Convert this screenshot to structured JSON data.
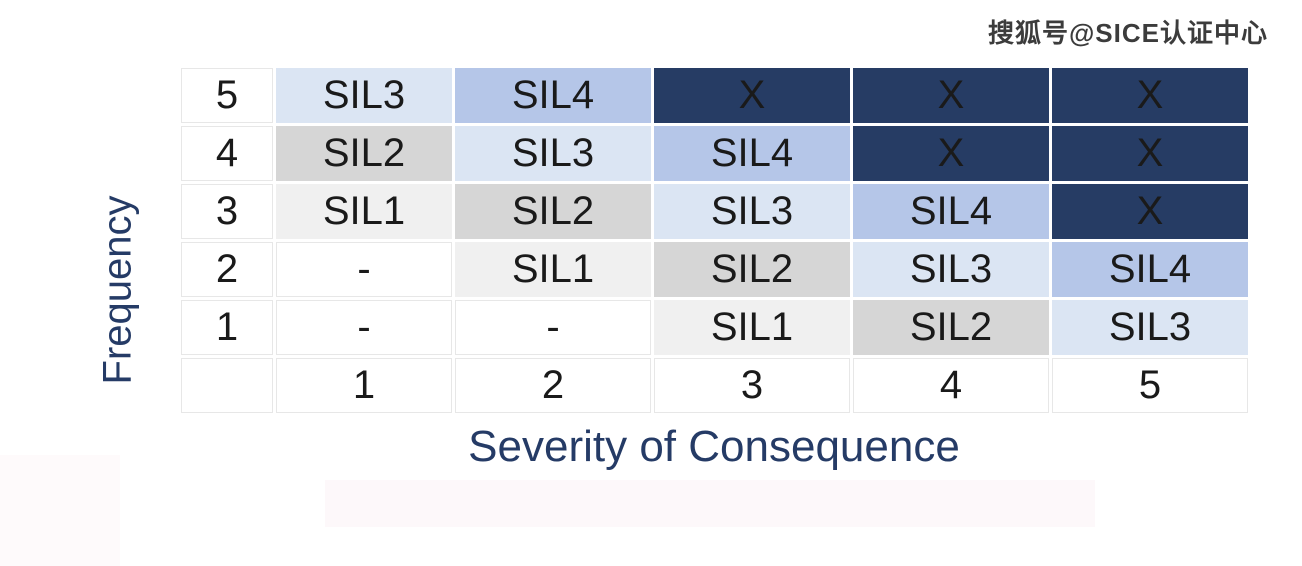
{
  "watermark": {
    "text": "搜狐号@SICE认证中心"
  },
  "chart_data": {
    "type": "heatmap",
    "title": "",
    "xlabel": "Severity of Consequence",
    "ylabel": "Frequency",
    "x_categories": [
      "1",
      "2",
      "3",
      "4",
      "5"
    ],
    "y_categories": [
      "5",
      "4",
      "3",
      "2",
      "1"
    ],
    "legend_position": "none",
    "cell_colors": {
      "sil1": "#f0f0f0",
      "sil2": "#d6d6d6",
      "sil3": "#dbe5f3",
      "sil4": "#b5c6e8",
      "x": "#263c64",
      "none": "#ffffff"
    },
    "rows": [
      {
        "frequency": "5",
        "cells": [
          {
            "label": "SIL3",
            "level": "sil3"
          },
          {
            "label": "SIL4",
            "level": "sil4"
          },
          {
            "label": "X",
            "level": "x"
          },
          {
            "label": "X",
            "level": "x"
          },
          {
            "label": "X",
            "level": "x"
          }
        ]
      },
      {
        "frequency": "4",
        "cells": [
          {
            "label": "SIL2",
            "level": "sil2"
          },
          {
            "label": "SIL3",
            "level": "sil3"
          },
          {
            "label": "SIL4",
            "level": "sil4"
          },
          {
            "label": "X",
            "level": "x"
          },
          {
            "label": "X",
            "level": "x"
          }
        ]
      },
      {
        "frequency": "3",
        "cells": [
          {
            "label": "SIL1",
            "level": "sil1"
          },
          {
            "label": "SIL2",
            "level": "sil2"
          },
          {
            "label": "SIL3",
            "level": "sil3"
          },
          {
            "label": "SIL4",
            "level": "sil4"
          },
          {
            "label": "X",
            "level": "x"
          }
        ]
      },
      {
        "frequency": "2",
        "cells": [
          {
            "label": "-",
            "level": "none"
          },
          {
            "label": "SIL1",
            "level": "sil1"
          },
          {
            "label": "SIL2",
            "level": "sil2"
          },
          {
            "label": "SIL3",
            "level": "sil3"
          },
          {
            "label": "SIL4",
            "level": "sil4"
          }
        ]
      },
      {
        "frequency": "1",
        "cells": [
          {
            "label": "-",
            "level": "none"
          },
          {
            "label": "-",
            "level": "none"
          },
          {
            "label": "SIL1",
            "level": "sil1"
          },
          {
            "label": "SIL2",
            "level": "sil2"
          },
          {
            "label": "SIL3",
            "level": "sil3"
          }
        ]
      }
    ]
  },
  "colors": {
    "axis_label_text": "#253b66",
    "cell_text": "#1a1a1a",
    "x_cell_text": "#ffffff",
    "grid_border": "#e7e7e7"
  }
}
